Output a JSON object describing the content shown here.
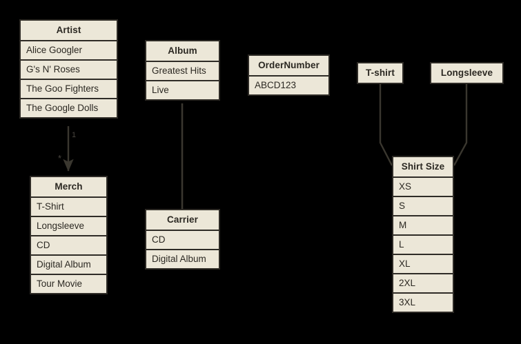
{
  "diagram": {
    "type": "entity-relationship-diagram",
    "background_color": "#000000",
    "box_fill_color": "#ECE7D8",
    "box_border_color": "#2E2B26",
    "text_color": "#2B2822",
    "entities": [
      {
        "id": "artist",
        "title": "Artist",
        "rows": [
          "Alice Googler",
          "G's N' Roses",
          "The Goo Fighters",
          "The Google Dolls"
        ]
      },
      {
        "id": "album",
        "title": "Album",
        "rows": [
          "Greatest Hits",
          "Live"
        ]
      },
      {
        "id": "ordernumber",
        "title": "OrderNumber",
        "rows": [
          "ABCD123"
        ]
      },
      {
        "id": "tshirt",
        "title": "T-shirt",
        "rows": []
      },
      {
        "id": "longsleeve",
        "title": "Longsleeve",
        "rows": []
      },
      {
        "id": "merch",
        "title": "Merch",
        "rows": [
          "T-Shirt",
          "Longsleeve",
          "CD",
          "Digital Album",
          "Tour Movie"
        ]
      },
      {
        "id": "carrier",
        "title": "Carrier",
        "rows": [
          "CD",
          "Digital Album"
        ]
      },
      {
        "id": "shirtsize",
        "title": "Shirt Size",
        "rows": [
          "XS",
          "S",
          "M",
          "L",
          "XL",
          "2XL",
          "3XL"
        ]
      }
    ],
    "edges": [
      {
        "id": "artist-to-merch",
        "from": "artist",
        "to": "merch",
        "arrow": true,
        "source_label": "1",
        "target_label": "*"
      },
      {
        "id": "album-to-carrier",
        "from": "album",
        "to": "carrier",
        "arrow": false,
        "source_label": "",
        "target_label": ""
      },
      {
        "id": "tshirt-to-shirtsize",
        "from": "tshirt",
        "to": "shirtsize",
        "arrow": false,
        "source_label": "",
        "target_label": ""
      },
      {
        "id": "longsleeve-to-shirtsize",
        "from": "longsleeve",
        "to": "shirtsize",
        "arrow": false,
        "source_label": "",
        "target_label": ""
      }
    ]
  }
}
